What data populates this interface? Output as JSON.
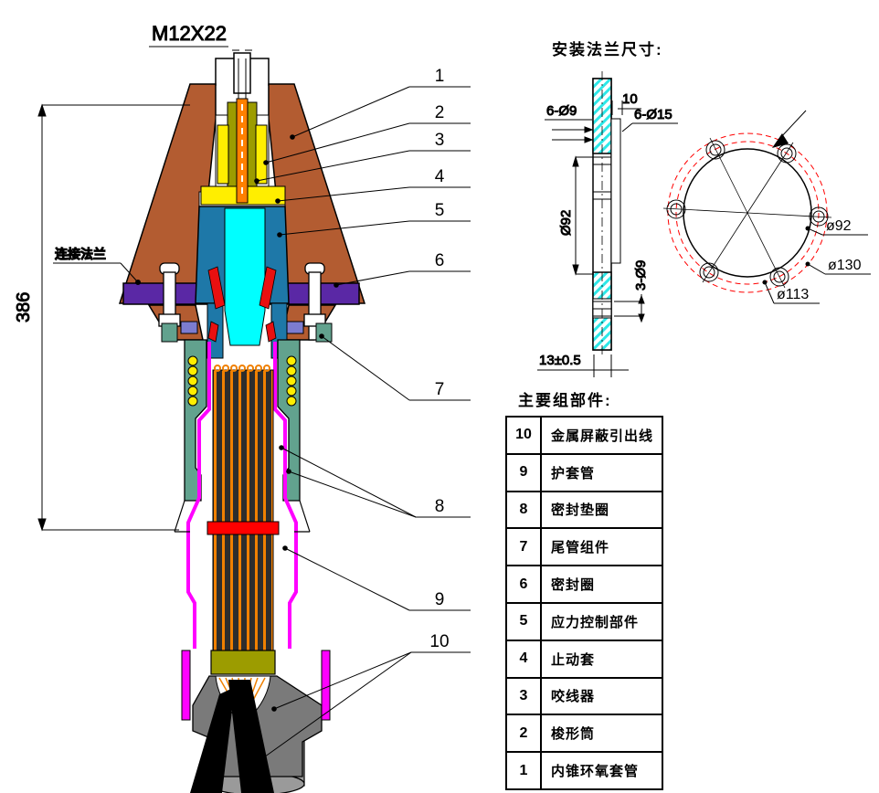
{
  "main_view": {
    "bolt_label": "M12X22",
    "height_dim": "386",
    "flange_label": "连接法兰",
    "callouts": [
      "1",
      "2",
      "3",
      "4",
      "5",
      "6",
      "7",
      "8",
      "9",
      "10"
    ]
  },
  "flange_view": {
    "title": "安装法兰尺寸:",
    "dim_6_d9": "6-Ø9",
    "dim_boss": "10",
    "dim_6_d15": "6-Ø15",
    "dim_d92_side": "Ø92",
    "dim_3_d9": "3-Ø9",
    "dim_thickness": "13±0.5",
    "dim_d92_front": "ø92",
    "dim_d130_front": "ø130",
    "dim_d113_front": "ø113"
  },
  "parts_table": {
    "title": "主要组部件:",
    "rows": [
      {
        "num": "10",
        "name": "金属屏蔽引出线"
      },
      {
        "num": "9",
        "name": "护套管"
      },
      {
        "num": "8",
        "name": "密封垫圈"
      },
      {
        "num": "7",
        "name": "尾管组件"
      },
      {
        "num": "6",
        "name": "密封圈"
      },
      {
        "num": "5",
        "name": "应力控制部件"
      },
      {
        "num": "4",
        "name": "止动套"
      },
      {
        "num": "3",
        "name": "咬线器"
      },
      {
        "num": "2",
        "name": "梭形筒"
      },
      {
        "num": "1",
        "name": "内锥环氧套管"
      }
    ]
  },
  "colors": {
    "cone_brown": "#B35C31",
    "thread_yellow": "#FFEE00",
    "olive": "#9C9C00",
    "conductor_orange": "#FF8000",
    "body_blue": "#1E78A8",
    "insulator_cyan": "#00FFFF",
    "flange_purple": "#5A28A5",
    "sleeve_teal": "#62A28E",
    "seal_magenta": "#FF00FF",
    "marker_red": "#FF0000",
    "hatch_cyan": "#2EE8E8"
  }
}
